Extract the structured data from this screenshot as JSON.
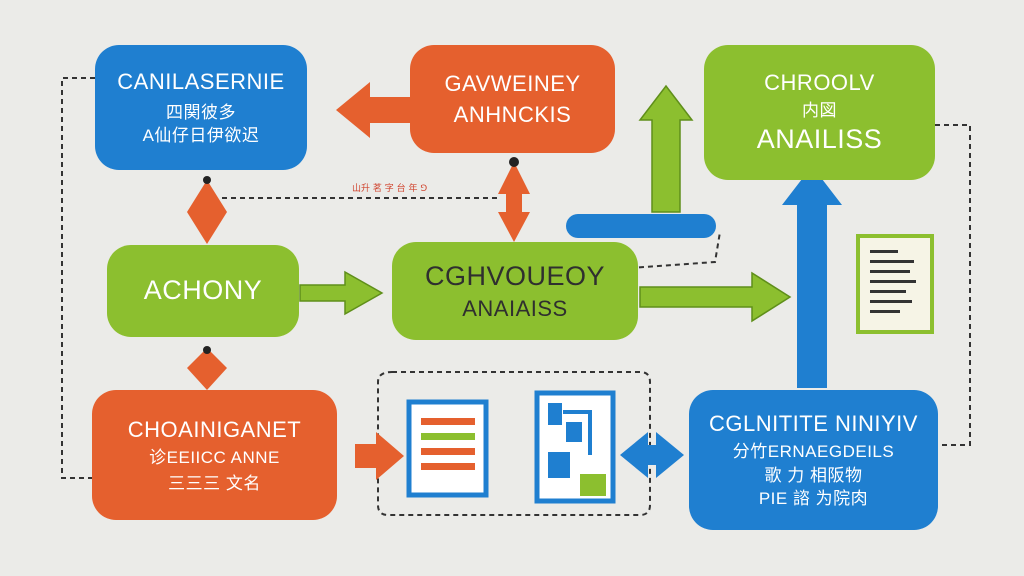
{
  "nodes": {
    "n1": {
      "title": "CANILASERNIE",
      "lines": [
        "四関彼多",
        "A仙仔日伊欲迟"
      ]
    },
    "n2": {
      "title": "GAVWEINEY",
      "subtitle": "ANHNCKIS"
    },
    "n3": {
      "title": "CHROOLV",
      "lines": [
        "内図"
      ],
      "subtitle": "ANAILISS"
    },
    "n4": {
      "title": "ACHONY"
    },
    "n5": {
      "title": "CGHVOUEOY",
      "subtitle": "ANAIAISS"
    },
    "n6": {
      "title": "CHOAINIGANET",
      "lines": [
        "诊ΕΕΙΙCC ANNE",
        "三三三 文名"
      ]
    },
    "n7": {
      "title": "CGLNITITE NINIYIV",
      "lines": [
        "分竹ERNAEGDEILS",
        "歌 力 相阪物",
        "PIE 諮 为院肉"
      ]
    }
  },
  "edge_note": "山升 茗 字 台 年 ꓨ",
  "colors": {
    "blue": "#1f7fd0",
    "orange": "#e5602e",
    "green": "#8cbf2f",
    "background": "#ebebe8"
  }
}
